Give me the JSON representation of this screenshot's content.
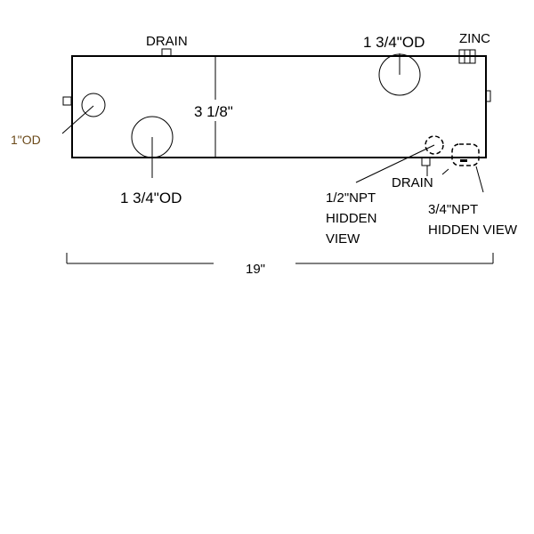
{
  "labels": {
    "drain_top": "DRAIN",
    "od_top_right": "1 3/4\"OD",
    "zinc": "ZINC",
    "od_small": "1\"OD",
    "height_dim": "3 1/8\"",
    "od_bottom": "1 3/4\"OD",
    "drain_bottom": "DRAIN",
    "half_npt": [
      "1/2\"NPT",
      "HIDDEN",
      "VIEW"
    ],
    "three_quarter_npt": [
      "3/4\"NPT",
      "HIDDEN VIEW"
    ],
    "length_dim": "19\""
  }
}
